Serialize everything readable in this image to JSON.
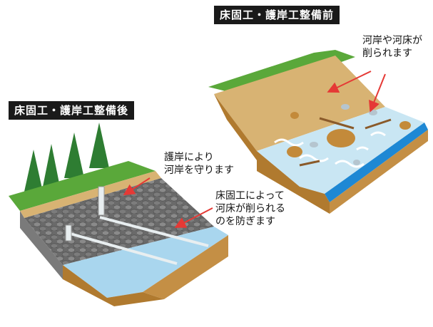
{
  "panels": {
    "before": {
      "title": "床固工・護岸工整備前"
    },
    "after": {
      "title": "床固工・護岸工整備後"
    }
  },
  "callouts": {
    "erosion": "河岸や河床が\n削られます",
    "revetment": "護岸により\n河岸を守ります",
    "groundsill": "床固工によって\n河床が削られる\nのを防ぎます"
  },
  "colors": {
    "arrow": "#e53935",
    "water": "#a9d6ee",
    "water_dark": "#1e88d4",
    "soil": "#d8b373",
    "soil_side": "#b07a2f",
    "grass": "#5aa83a",
    "tree": "#2e7d32",
    "revetment_stone": "#6e6e6e",
    "concrete": "#e8eef0"
  },
  "icons": {
    "erosion_arrows": "arrow-icon",
    "revetment_arrow": "arrow-icon",
    "groundsill_arrow": "arrow-icon"
  }
}
